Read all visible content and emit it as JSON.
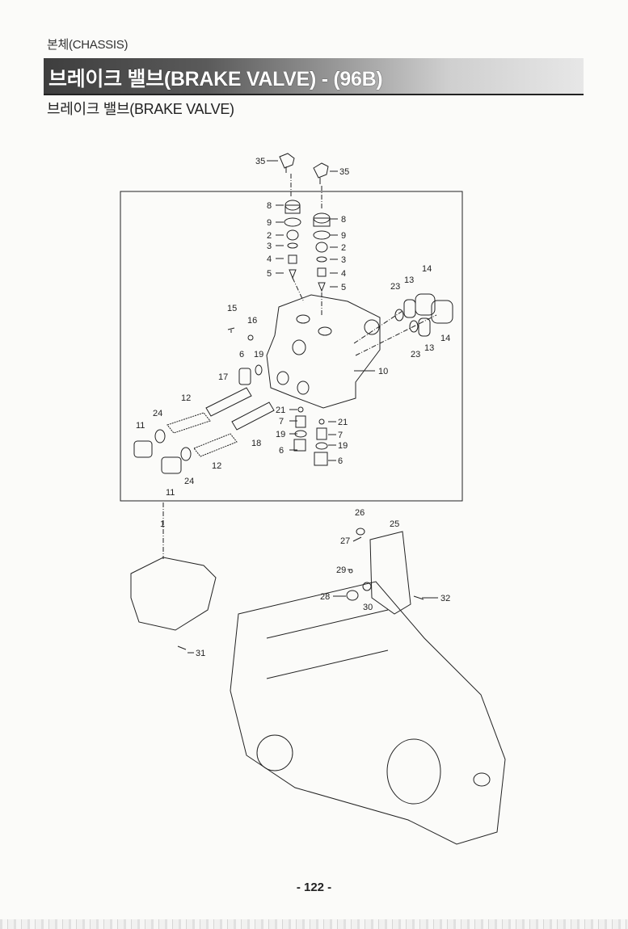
{
  "header": {
    "section": "본체(CHASSIS)",
    "title": "브레이크 밸브(BRAKE VALVE) - (96B)",
    "subtitle": "브레이크 밸브(BRAKE VALVE)"
  },
  "diagram": {
    "callouts": [
      "35",
      "35",
      "8",
      "8",
      "9",
      "9",
      "2",
      "2",
      "3",
      "3",
      "4",
      "4",
      "5",
      "5",
      "14",
      "14",
      "13",
      "13",
      "23",
      "23",
      "10",
      "15",
      "16",
      "6",
      "19",
      "17",
      "12",
      "12",
      "24",
      "24",
      "11",
      "11",
      "18",
      "21",
      "21",
      "7",
      "7",
      "19",
      "19",
      "6",
      "6",
      "1",
      "26",
      "25",
      "27",
      "29",
      "28",
      "30",
      "32",
      "31"
    ]
  },
  "footer": {
    "page_number": "- 122 -"
  }
}
